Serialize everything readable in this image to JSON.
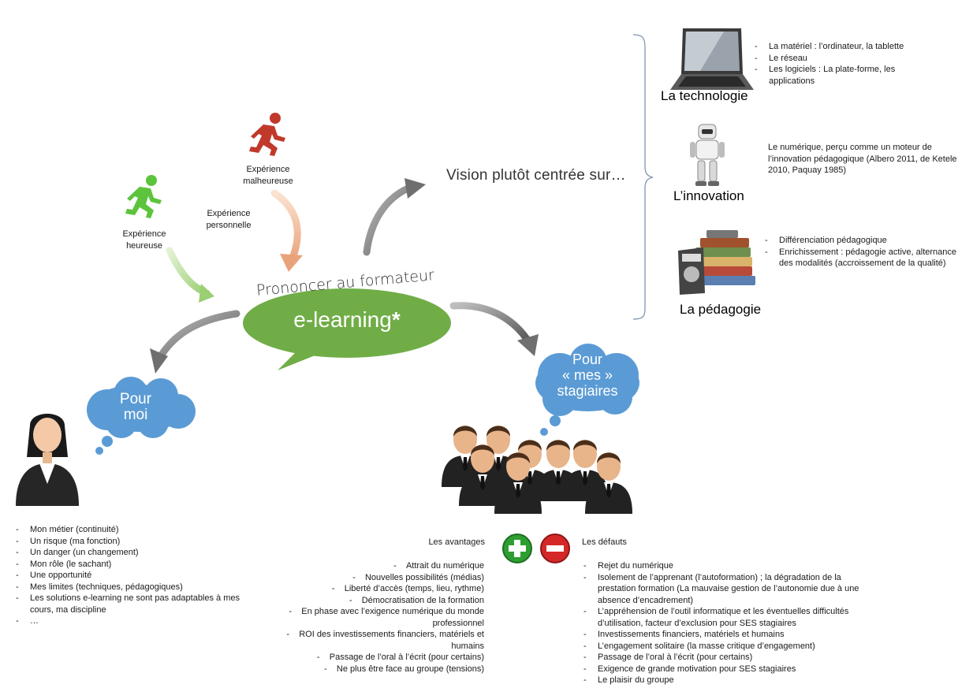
{
  "center": {
    "title": "Prononcer au formateur",
    "bubble": "e-learning",
    "asterisk": "*"
  },
  "experiences": {
    "bad": "Expérience\nmalheureuse",
    "personal": "Expérience\npersonnelle",
    "good": "Expérience\nheureuse"
  },
  "vision": "Vision plutôt centrée sur…",
  "technology": {
    "title": "La technologie",
    "items": [
      "La matériel : l’ordinateur, la tablette",
      "Le réseau",
      "Les logiciels : La plate-forme, les applications"
    ]
  },
  "innovation": {
    "title": "L’innovation",
    "text": "Le numérique, perçu comme un moteur de l’innovation pédagogique (Albero 2011, de Ketele 2010, Paquay 1985)"
  },
  "pedagogy": {
    "title": "La pédagogie",
    "items": [
      "Différenciation pédagogique",
      "Enrichissement : pédagogie active, alternance des modalités (accroissement de la qualité)"
    ]
  },
  "cloud_me": "Pour\nmoi",
  "cloud_trainees": "Pour\n« mes »\nstagiaires",
  "me_list": [
    "Mon métier (continuité)",
    "Un risque (ma fonction)",
    "Un danger (un changement)",
    "Mon rôle (le sachant)",
    "Une opportunité",
    "Mes limites (techniques, pédagogiques)",
    "Les solutions e-learning ne sont pas adaptables à mes cours, ma discipline",
    "…"
  ],
  "advantages": {
    "title": "Les avantages",
    "items": [
      "Attrait du numérique",
      "Nouvelles possibilités (médias)",
      "Liberté d’accès (temps, lieu, rythme)",
      "Démocratisation de la formation",
      "En phase avec l’exigence numérique du monde professionnel",
      "ROI des investissements financiers, matériels et humains",
      "Passage de l’oral à l’écrit (pour certains)",
      "Ne plus être face au groupe (tensions)"
    ]
  },
  "defects": {
    "title": "Les défauts",
    "items": [
      "Rejet du numérique",
      "Isolement de l’apprenant (l’autoformation) ; la dégradation de la prestation formation (La mauvaise gestion de l’autonomie due à une absence d’encadrement)",
      "L’appréhension de l’outil informatique et les éventuelles difficultés d’utilisation, facteur d’exclusion pour SES stagiaires",
      "Investissements financiers, matériels et humains",
      "L’engagement solitaire (la masse critique d’engagement)",
      "Passage de l’oral à l’écrit (pour certains)",
      "Exigence de grande motivation pour SES stagiaires",
      "Le plaisir du groupe"
    ]
  },
  "colors": {
    "green_speech": "#70ad47",
    "cloud_blue": "#5b9bd5",
    "runner_red": "#c0392b",
    "runner_green": "#5cc43c",
    "plus_green": "#2e9e32",
    "minus_red": "#d42828"
  }
}
